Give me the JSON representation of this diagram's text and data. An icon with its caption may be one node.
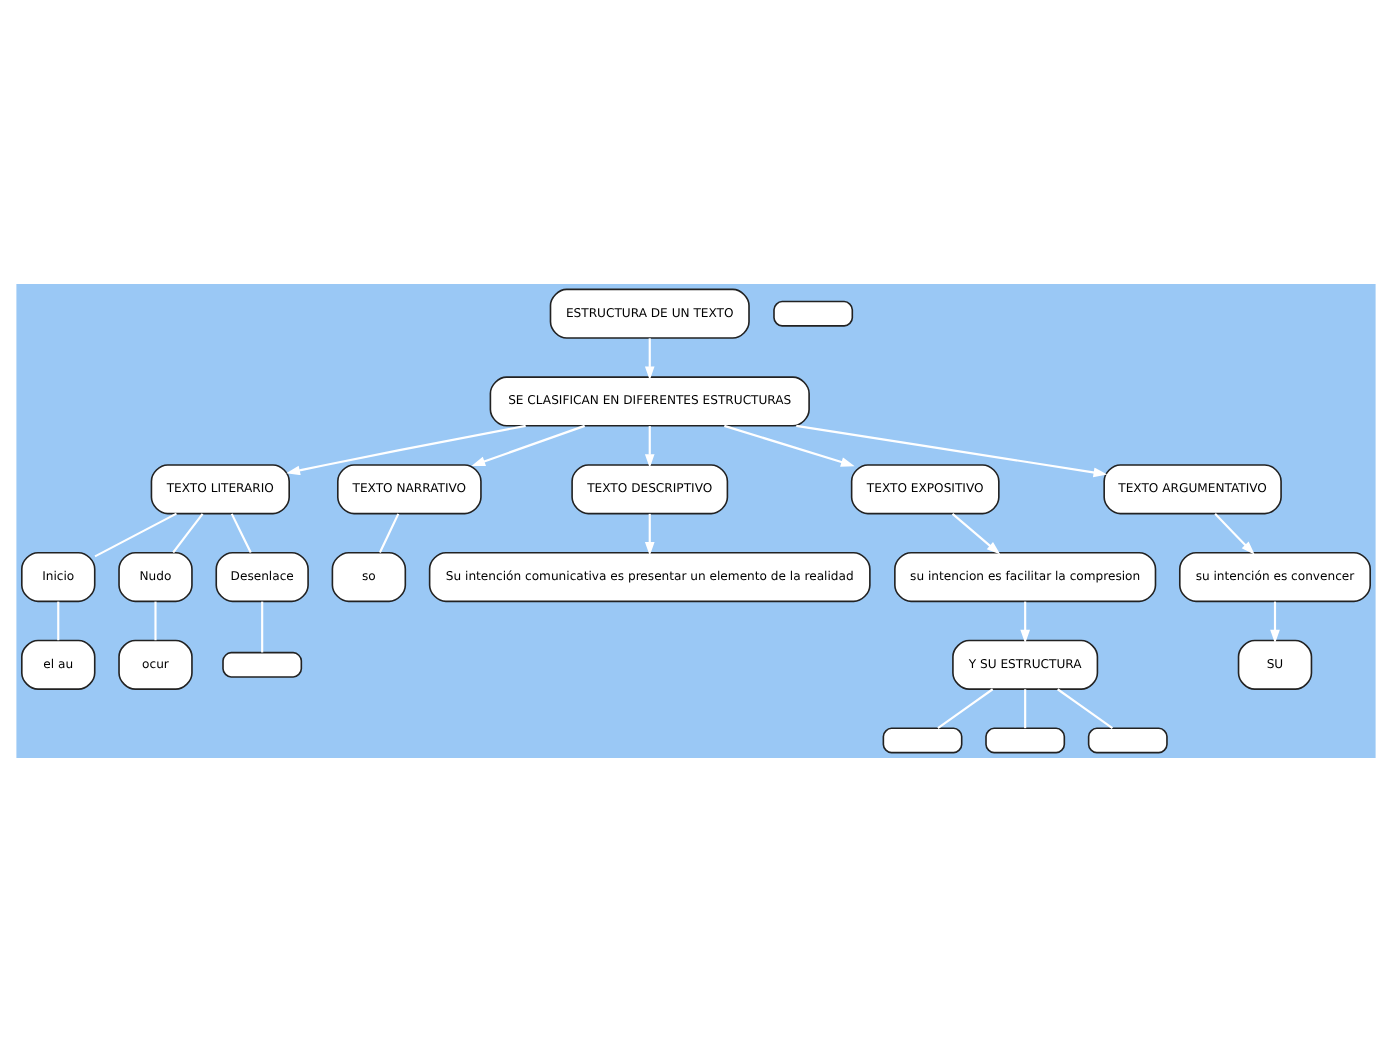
{
  "diagram": {
    "nodes": [
      {
        "text": [
          "ESTRUCTURA DE UN TEXTO"
        ]
      },
      {
        "text": [
          "SE CLASIFICAN EN DIFERENTES ESTRUCTURAS"
        ]
      },
      {
        "text": [],
        "shape": "box"
      },
      {
        "text": [
          "TEXTO LITERARIO"
        ]
      },
      {
        "text": [
          "Inicio"
        ]
      },
      {
        "text": [
          "el au"
        ]
      },
      {
        "text": [
          "Nudo"
        ]
      },
      {
        "text": [
          "ocur"
        ]
      },
      {
        "text": [
          "Desenlace"
        ]
      },
      {
        "text": [],
        "shape": "box"
      },
      {
        "text": [
          "TEXTO NARRATIVO"
        ]
      },
      {
        "text": [
          "so"
        ]
      },
      {
        "text": [
          "TEXTO DESCRIPTIVO"
        ]
      },
      {
        "text": [
          "Su intención comunicativa es presentar un elemento de la realidad"
        ]
      },
      {
        "text": [
          "TEXTO EXPOSITIVO"
        ]
      },
      {
        "text": [
          "su intencion es facilitar la compresion"
        ]
      },
      {
        "text": [
          "Y SU ESTRUCTURA"
        ]
      },
      {
        "text": [],
        "shape": "box"
      },
      {
        "text": [],
        "shape": "box"
      },
      {
        "text": [],
        "shape": "box"
      },
      {
        "text": [
          "TEXTO ARGUMENTATIVO"
        ]
      },
      {
        "text": [
          "su intención es convencer"
        ]
      },
      {
        "text": [
          "SU"
        ]
      }
    ],
    "edges": [
      {
        "from": 0,
        "to": 1,
        "arrow": "to"
      },
      {
        "from": 1,
        "to": 3,
        "arrow": "to"
      },
      {
        "from": 3,
        "to": 4,
        "arrow": "none"
      },
      {
        "from": 3,
        "to": 6,
        "arrow": "none"
      },
      {
        "from": 3,
        "to": 8,
        "arrow": "none"
      },
      {
        "from": 4,
        "to": 5,
        "arrow": "none"
      },
      {
        "from": 6,
        "to": 7,
        "arrow": "none"
      },
      {
        "from": 8,
        "to": 9,
        "arrow": "none"
      },
      {
        "from": 1,
        "to": 10,
        "arrow": "to"
      },
      {
        "from": 10,
        "to": 11,
        "arrow": "none"
      },
      {
        "from": 1,
        "to": 12,
        "arrow": "to"
      },
      {
        "from": 12,
        "to": 13,
        "arrow": "to"
      },
      {
        "from": 1,
        "to": 14,
        "arrow": "to"
      },
      {
        "from": 14,
        "to": 15,
        "arrow": "to"
      },
      {
        "from": 15,
        "to": 16,
        "arrow": "to"
      },
      {
        "from": 16,
        "to": 17,
        "arrow": "none"
      },
      {
        "from": 16,
        "to": 18,
        "arrow": "none"
      },
      {
        "from": 16,
        "to": 19,
        "arrow": "none"
      },
      {
        "from": 1,
        "to": 20,
        "arrow": "to"
      },
      {
        "from": 20,
        "to": 21,
        "arrow": "to"
      },
      {
        "from": 21,
        "to": 22,
        "arrow": "to"
      }
    ]
  }
}
